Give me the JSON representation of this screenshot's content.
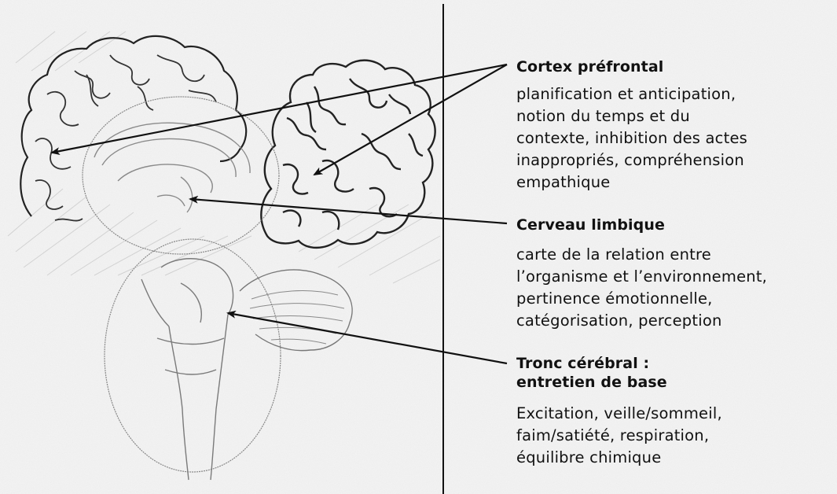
{
  "sections": [
    {
      "title_lines": [
        "Cortex préfrontal"
      ],
      "body_lines": [
        "planification et anticipation,",
        "notion du temps et du",
        "contexte, inhibition des actes",
        "inappropriés, compréhension",
        "empathique"
      ]
    },
    {
      "title_lines": [
        "Cerveau limbique"
      ],
      "body_lines": [
        "carte de la relation entre",
        "l’organisme et l’environnement,",
        "pertinence émotionnelle,",
        "catégorisation, perception"
      ]
    },
    {
      "title_lines": [
        "Tronc cérébral :",
        "entretien de base"
      ],
      "body_lines": [
        "Excitation, veille/sommeil,",
        "faim/satiété, respiration,",
        "équilibre chimique"
      ]
    }
  ],
  "colors": {
    "ink": "#111111",
    "sketch": "#333333",
    "paper": "#f3f3f3"
  }
}
